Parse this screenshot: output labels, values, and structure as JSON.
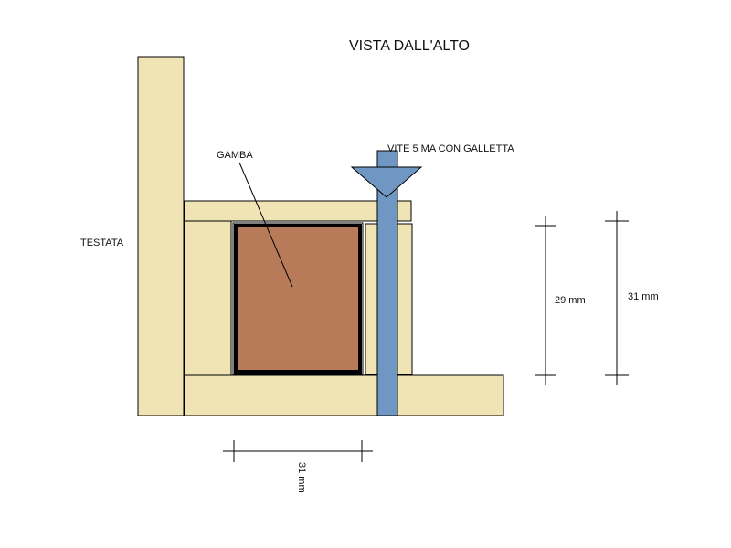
{
  "title": "VISTA DALL'ALTO",
  "labels": {
    "testata": "TESTATA",
    "gamba": "GAMBA",
    "vite": "VITE 5 MA CON GALLETTA"
  },
  "dimensions": {
    "height_inner": "29 mm",
    "height_outer": "31 mm",
    "width_leg": "31 mm"
  },
  "colors": {
    "wood": "#f0e3b4",
    "leg": "#b87b5a",
    "screw": "#7097c4",
    "outline": "#000000"
  }
}
